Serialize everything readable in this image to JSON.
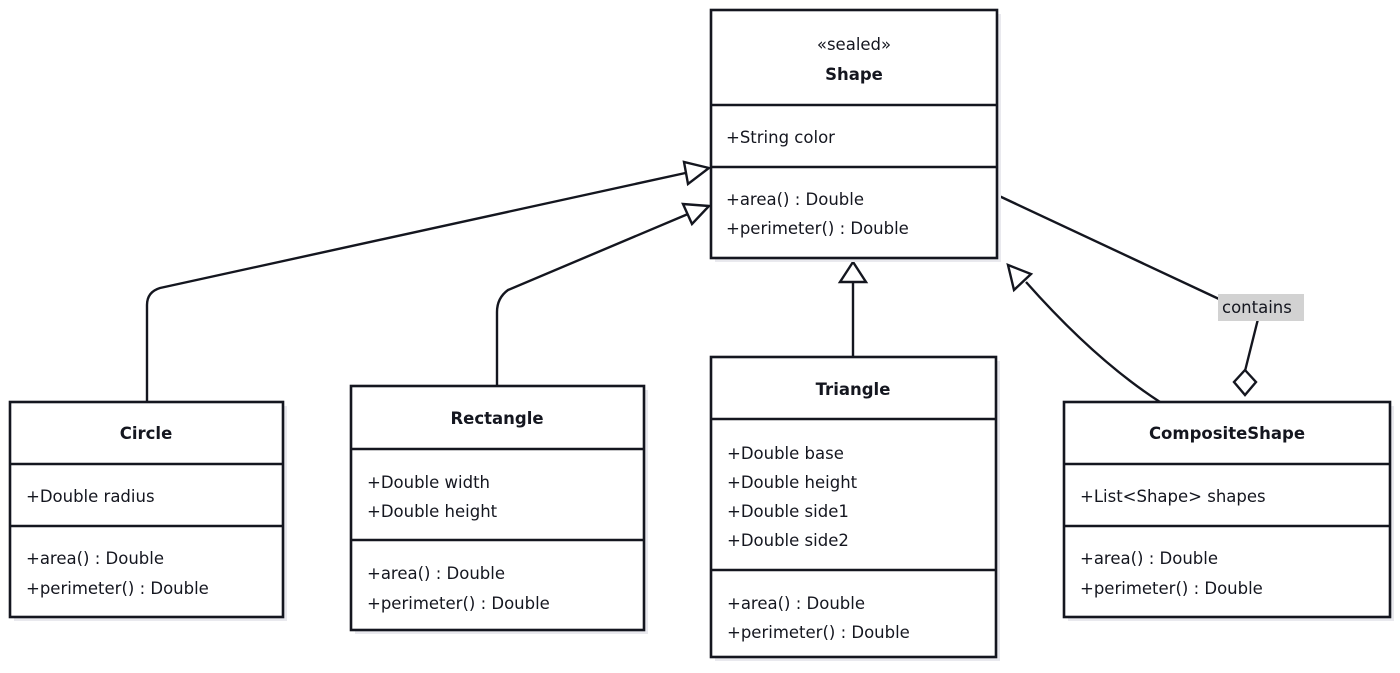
{
  "diagram": {
    "kind": "uml-class-diagram",
    "background_color": "#ffffff",
    "line_color": "#14161f",
    "box_fill": "#ffffff",
    "label_highlight_color": "#d2d2d2"
  },
  "classes": {
    "shape": {
      "name": "Shape",
      "stereotype": "«sealed»",
      "attributes": [
        "+String color"
      ],
      "methods": [
        "+area() : Double",
        "+perimeter() : Double"
      ]
    },
    "circle": {
      "name": "Circle",
      "stereotype": "",
      "attributes": [
        "+Double radius"
      ],
      "methods": [
        "+area() : Double",
        "+perimeter() : Double"
      ]
    },
    "rectangle": {
      "name": "Rectangle",
      "stereotype": "",
      "attributes": [
        "+Double width",
        "+Double height"
      ],
      "methods": [
        "+area() : Double",
        "+perimeter() : Double"
      ]
    },
    "triangle": {
      "name": "Triangle",
      "stereotype": "",
      "attributes": [
        "+Double base",
        "+Double height",
        "+Double side1",
        "+Double side2"
      ],
      "methods": [
        "+area() : Double",
        "+perimeter() : Double"
      ]
    },
    "composite": {
      "name": "CompositeShape",
      "stereotype": "",
      "attributes": [
        "+List<Shape> shapes"
      ],
      "methods": [
        "+area() : Double",
        "+perimeter() : Double"
      ]
    }
  },
  "relationships": [
    {
      "id": "circle-shape",
      "type": "generalization",
      "from": "Circle",
      "to": "Shape",
      "label": ""
    },
    {
      "id": "rectangle-shape",
      "type": "generalization",
      "from": "Rectangle",
      "to": "Shape",
      "label": ""
    },
    {
      "id": "triangle-shape",
      "type": "generalization",
      "from": "Triangle",
      "to": "Shape",
      "label": ""
    },
    {
      "id": "composite-shape",
      "type": "generalization",
      "from": "CompositeShape",
      "to": "Shape",
      "label": ""
    },
    {
      "id": "shape-composite",
      "type": "aggregation",
      "from": "Shape",
      "to": "CompositeShape",
      "label": "contains"
    }
  ]
}
